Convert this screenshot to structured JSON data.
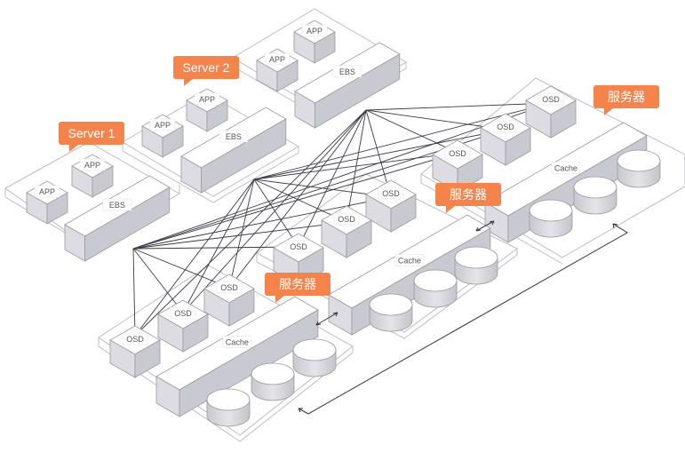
{
  "servers": [
    {
      "tag": "Server 1",
      "apps": [
        "APP",
        "APP"
      ],
      "storage": "EBS"
    },
    {
      "tag": "Server 2",
      "apps": [
        "APP",
        "APP"
      ],
      "storage": "EBS"
    },
    {
      "tag": "",
      "apps": [
        "APP",
        "APP"
      ],
      "storage": "EBS"
    }
  ],
  "storage_nodes": [
    {
      "tag": "服务器",
      "osd": [
        "OSD",
        "OSD",
        "OSD"
      ],
      "cache": "Cache"
    },
    {
      "tag": "服务器",
      "osd": [
        "OSD",
        "OSD",
        "OSD"
      ],
      "cache": "Cache"
    },
    {
      "tag": "服务器",
      "osd": [
        "OSD",
        "OSD",
        "OSD"
      ],
      "cache": "Cache"
    }
  ],
  "colors": {
    "tag": "#f5844c",
    "line": "#3a3a48",
    "block_top": "#ffffff",
    "block_side": "#dcdce2",
    "block_front": "#c9c9d1",
    "platform": "#b9b9c1"
  }
}
